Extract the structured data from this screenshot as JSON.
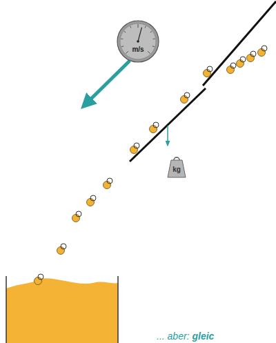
{
  "diagram": {
    "nodes": [
      {
        "text": [
          "m/s"
        ]
      },
      {
        "text": [
          "kg"
        ]
      }
    ],
    "labels": [
      "... aber:",
      "gleic"
    ]
  }
}
